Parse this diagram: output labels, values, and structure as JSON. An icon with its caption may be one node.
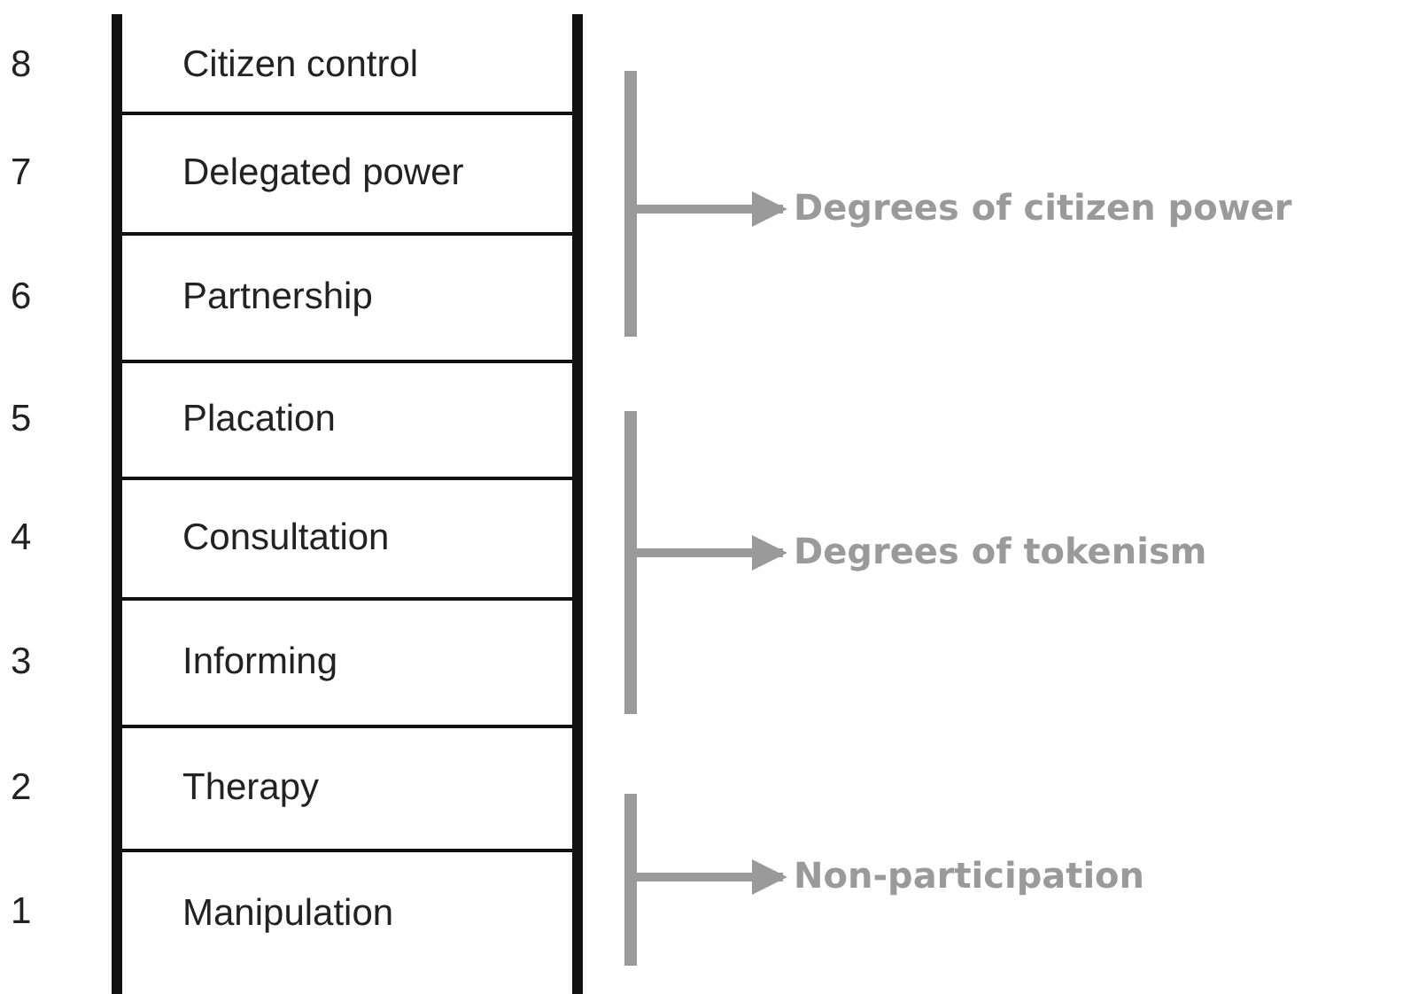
{
  "diagram": {
    "nodes": [
      {
        "text": [
          "Citizen control"
        ]
      },
      {
        "text": [
          "Delegated power"
        ]
      },
      {
        "text": [
          "Partnership"
        ]
      },
      {
        "text": [
          "Placation"
        ]
      },
      {
        "text": [
          "Consultation"
        ]
      },
      {
        "text": [
          "Informing"
        ]
      },
      {
        "text": [
          "Therapy"
        ]
      },
      {
        "text": [
          "Manipulation"
        ]
      },
      {
        "text": [
          "Degrees of citizen power"
        ]
      },
      {
        "text": [
          "Degrees of tokenism"
        ]
      },
      {
        "text": [
          "Non-participation"
        ]
      }
    ],
    "edges": [
      {
        "from": null,
        "to": 8,
        "arrow": "to"
      },
      {
        "from": null,
        "to": 9,
        "arrow": "to"
      },
      {
        "from": null,
        "to": 10,
        "arrow": "to"
      }
    ],
    "labels": [
      "8",
      "7",
      "6",
      "5",
      "4",
      "3",
      "2",
      "1"
    ]
  }
}
